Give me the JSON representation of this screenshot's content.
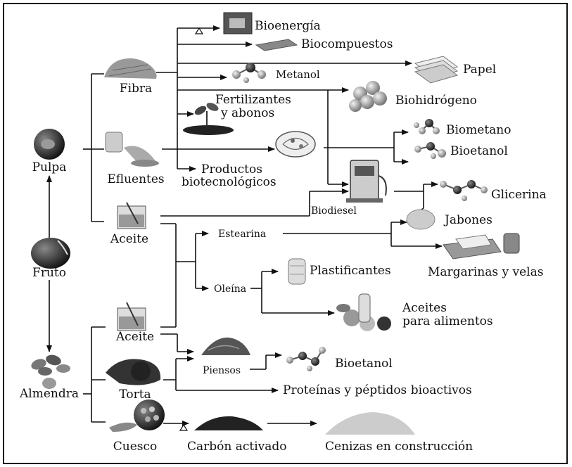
{
  "nodes": {
    "fruto": "Fruto",
    "pulpa": "Pulpa",
    "almendra": "Almendra",
    "fibra": "Fibra",
    "efluentes": "Efluentes",
    "aceite_pulpa": "Aceite",
    "aceite_almendra": "Aceite",
    "torta": "Torta",
    "cuesco": "Cuesco",
    "bioenergia": "Bioenergía",
    "biocompuestos": "Biocompuestos",
    "metanol": "Metanol",
    "papel": "Papel",
    "fertilizantes_1": "Fertilizantes",
    "fertilizantes_2": "y abonos",
    "biohidrogeno": "Biohidrógeno",
    "productos_1": "Productos",
    "productos_2": "biotecnológicos",
    "biometano": "Biometano",
    "bioetanol_top": "Bioetanol",
    "biodiesel": "Biodiesel",
    "glicerina": "Glicerina",
    "jabones": "Jabones",
    "estearina": "Estearina",
    "margarinas": "Margarinas y velas",
    "oleina": "Oleína",
    "plastificantes": "Plastificantes",
    "aceites_alim_1": "Aceites",
    "aceites_alim_2": "para alimentos",
    "piensos": "Piensos",
    "bioetanol_bottom": "Bioetanol",
    "proteinas": "Proteínas y péptidos bioactivos",
    "carbon": "Carbón activado",
    "cenizas": "Cenizas en construcción"
  },
  "icons": [
    "fruit-icon",
    "pulp-icon",
    "almond-icon",
    "fiber-icon",
    "effluent-icon",
    "oil-beaker-icon",
    "cake-icon",
    "shell-icon",
    "furnace-icon",
    "panel-icon",
    "molecule-icon",
    "paper-icon",
    "seedling-icon",
    "spheres-icon",
    "petri-dish-icon",
    "fuel-pump-icon",
    "soap-icon",
    "margarine-icon",
    "plastic-spool-icon",
    "food-oils-icon",
    "feed-pile-icon",
    "charcoal-icon",
    "ash-icon"
  ],
  "colors": {
    "ink": "#111111",
    "background": "#ffffff"
  }
}
